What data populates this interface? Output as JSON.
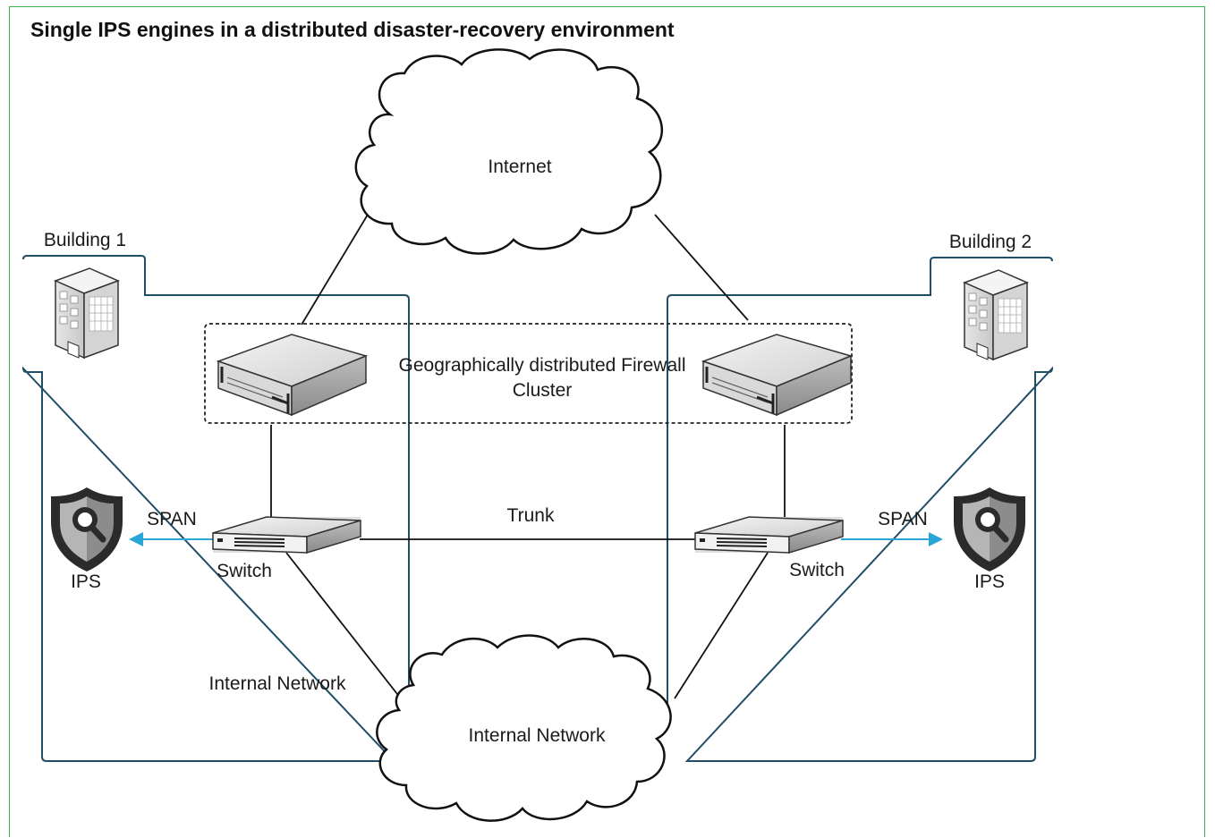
{
  "title": "Single IPS engines in a distributed disaster-recovery environment",
  "nodes": {
    "internet": "Internet",
    "building1": "Building 1",
    "building2": "Building 2",
    "firewall_cluster_line1": "Geographically distributed Firewall",
    "firewall_cluster_line2": "Cluster",
    "switch_left": "Switch",
    "switch_right": "Switch",
    "ips_left": "IPS",
    "ips_right": "IPS",
    "internal_network_cloud": "Internal Network",
    "internal_network_label": "Internal Network"
  },
  "edges": {
    "span_left": "SPAN",
    "span_right": "SPAN",
    "trunk": "Trunk"
  },
  "colors": {
    "frame": "#3cb34a",
    "building_boundary": "#1f4e66",
    "span_arrow": "#2aa6d6",
    "link": "#111111"
  },
  "icons": {
    "building": "building-icon",
    "firewall": "server-appliance-icon",
    "switch": "network-switch-icon",
    "ips": "shield-magnifier-icon",
    "cloud": "cloud-icon"
  }
}
